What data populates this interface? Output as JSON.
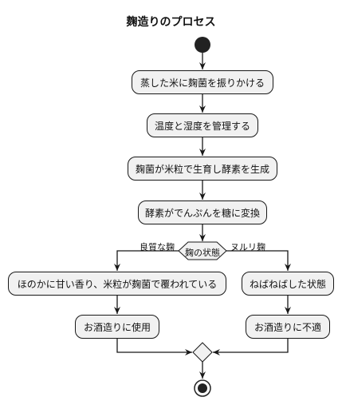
{
  "title": "麹造りのプロセス",
  "steps": [
    "蒸した米に麹菌を振りかける",
    "温度と湿度を管理する",
    "麹菌が米粒で生育し酵素を生成",
    "酵素がでんぷんを糖に変換"
  ],
  "decision": {
    "label": "麹の状態",
    "left_branch": "良質な麹",
    "right_branch": "ヌルリ麹"
  },
  "left_path": [
    "ほのかに甘い香り、米粒が麹菌で覆われている",
    "お酒造りに使用"
  ],
  "right_path": [
    "ねばねばした状態",
    "お酒造りに不適"
  ],
  "colors": {
    "node_fill": "#f1f1f1",
    "stroke": "#181818",
    "background": "#ffffff"
  }
}
